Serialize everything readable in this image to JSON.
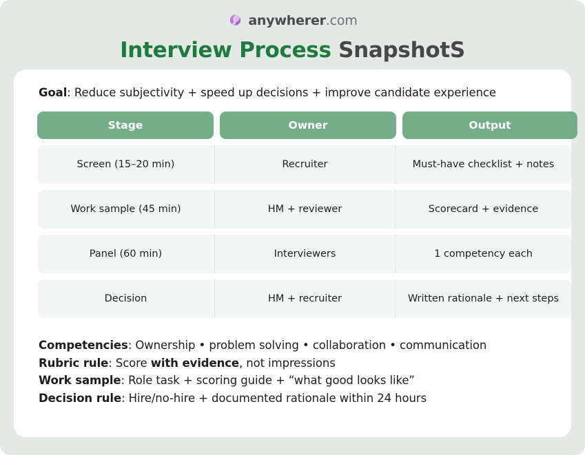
{
  "brand": {
    "logo_icon": "globe-icon",
    "name": "anywherer",
    "tld": ".com"
  },
  "title": {
    "highlight": "Interview Process",
    "rest": "SnapshotS"
  },
  "goal": {
    "label": "Goal",
    "separator": ": ",
    "text": "Reduce subjectivity + speed up decisions + improve candidate experience"
  },
  "table": {
    "headers": [
      "Stage",
      "Owner",
      "Output"
    ],
    "rows": [
      {
        "stage": "Screen (15–20 min)",
        "owner": "Recruiter",
        "output": "Must-have checklist + notes"
      },
      {
        "stage": "Work sample (45 min)",
        "owner": "HM + reviewer",
        "output": "Scorecard + evidence"
      },
      {
        "stage": "Panel (60 min)",
        "owner": "Interviewers",
        "output": "1 competency each"
      },
      {
        "stage": "Decision",
        "owner": "HM + recruiter",
        "output": "Written rationale + next steps"
      }
    ]
  },
  "notes": [
    {
      "label": "Competencies",
      "separator": ": ",
      "text": "Ownership • problem solving • collaboration • communication",
      "text_before": "",
      "emphasis": "",
      "text_after": ""
    },
    {
      "label": "Rubric rule",
      "separator": ": ",
      "text": "",
      "text_before": "Score ",
      "emphasis": "with evidence",
      "text_after": ", not impressions"
    },
    {
      "label": "Work sample",
      "separator": ": ",
      "text": "Role task + scoring guide + “what good looks like”",
      "text_before": "",
      "emphasis": "",
      "text_after": ""
    },
    {
      "label": "Decision rule",
      "separator": ": ",
      "text": "Hire/no-hire + documented rationale within 24 hours",
      "text_before": "",
      "emphasis": "",
      "text_after": ""
    }
  ],
  "colors": {
    "page_background": "#e3eae6",
    "card_background": "#ffffff",
    "header_green": "#74ad87",
    "title_green": "#1f7a3d",
    "title_dark": "#474747",
    "row_background": "#f2f6f4",
    "logo_purple": "#b06fd6"
  }
}
